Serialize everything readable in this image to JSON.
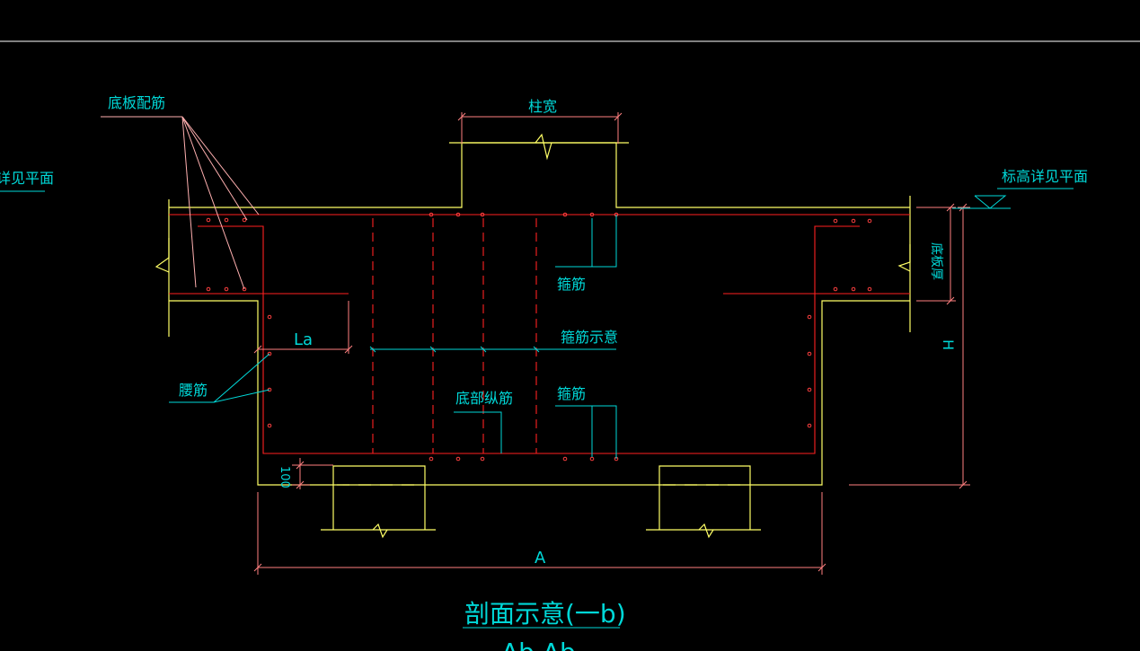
{
  "labels": {
    "floor_rebar": "底板配筋",
    "column_width": "柱宽",
    "elevation_left": "详见平面",
    "elevation_right": "标高详见平面",
    "stirrup_top": "箍筋",
    "stirrup_diagram": "箍筋示意",
    "stirrup_bottom": "箍筋",
    "waist_rebar": "腰筋",
    "bottom_long_rebar": "底部纵筋",
    "anchor_length": "La",
    "slab_thickness": "底板厚",
    "height": "H",
    "cover": "100",
    "width": "A",
    "title": "剖面示意(一b)",
    "subtitle": "Ab Ab"
  },
  "colors": {
    "background": "#000000",
    "outline": "#ffff66",
    "rebar": "#ff2020",
    "dimension": "#ff8080",
    "leader": "#ffb0b0",
    "text": "#00d8d8"
  }
}
